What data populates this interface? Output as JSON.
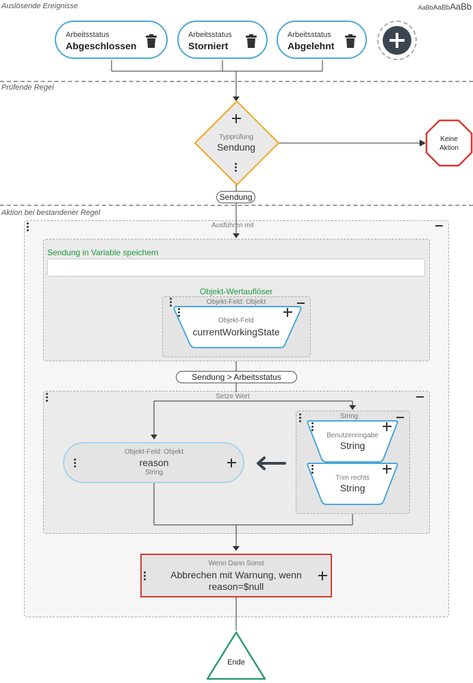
{
  "sections": {
    "triggering_events": "Auslösende Ereignisse",
    "checking_rule": "Prüfende Regel",
    "action_on_pass": "Aktion bei bestandener Regel"
  },
  "font_size_switcher": {
    "small": "AaBb",
    "medium": "AaBb",
    "large": "AaBb"
  },
  "triggers": [
    {
      "category": "Arbeitsstatus",
      "value": "Abgeschlossen"
    },
    {
      "category": "Arbeitsstatus",
      "value": "Storniert"
    },
    {
      "category": "Arbeitsstatus",
      "value": "Abgelehnt"
    }
  ],
  "type_check": {
    "title": "Typprüfung",
    "value": "Sendung"
  },
  "no_action": {
    "line1": "Keine",
    "line2": "Aktion"
  },
  "type_label": "Sendung",
  "execute_with": {
    "title": "Ausführen mit",
    "save_variable": {
      "label": "Sendung in Variable speichern",
      "input_value": ""
    },
    "resolver": {
      "title": "Objekt-Wertauflöser",
      "field_title": "Objekt-Feld: Objekt",
      "node_title": "Objekt-Feld",
      "node_value": "currentWorkingState"
    }
  },
  "path_label": "Sendung > Arbeitsstatus",
  "set_value": {
    "title": "Setze Wert",
    "target": {
      "title": "Objekt-Feld: Objekt",
      "value": "reason",
      "type": "String"
    },
    "source": {
      "title": "String",
      "user_input": {
        "title": "Benutzereingabe",
        "value": "String"
      },
      "trim_right": {
        "title": "Trim rechts",
        "value": "String"
      }
    }
  },
  "if_then_else": {
    "title": "Wenn Dann Sonst",
    "line1": "Abbrechen mit Warnung, wenn",
    "line2": "reason=$null"
  },
  "end": {
    "label": "Ende"
  },
  "colors": {
    "trigger_border": "#4aa8d8",
    "check_border": "#f0a81e",
    "stop_border": "#d9392f",
    "end_border": "#2e9a74",
    "green_label": "#1f9a3a"
  },
  "icons": [
    "trash-icon",
    "plus-icon",
    "minus-icon",
    "drag-handle-icon",
    "arrow-left-icon"
  ]
}
